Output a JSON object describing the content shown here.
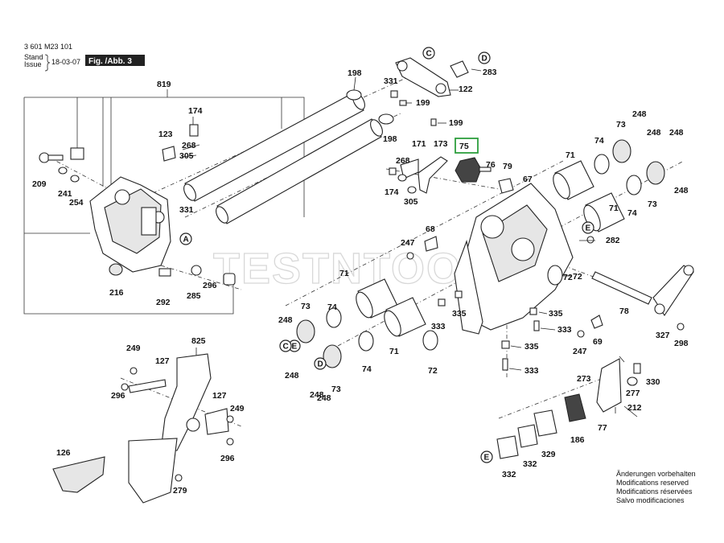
{
  "header": {
    "doc_number": "3 601 M23 101",
    "stand_label": "Stand",
    "issue_label": "Issue",
    "date": "18-03-07",
    "figure_label": "Fig. /Abb. 3"
  },
  "watermark": "TESTNTOOLS",
  "highlight_color": "#2e9e3e",
  "highlighted_part": "75",
  "callout_letters": [
    "C",
    "D",
    "A",
    "E",
    "E",
    "C",
    "D",
    "E"
  ],
  "part_labels": [
    "819",
    "198",
    "331",
    "122",
    "283",
    "199",
    "199",
    "174",
    "268",
    "123",
    "305",
    "198",
    "209",
    "241",
    "254",
    "331",
    "216",
    "292",
    "285",
    "296",
    "171",
    "173",
    "75",
    "76",
    "79",
    "67",
    "268",
    "174",
    "305",
    "71",
    "74",
    "73",
    "248",
    "248",
    "248",
    "248",
    "73",
    "74",
    "71",
    "68",
    "247",
    "282",
    "72",
    "78",
    "327",
    "298",
    "71",
    "73",
    "74",
    "248",
    "248",
    "71",
    "333",
    "335",
    "72",
    "248",
    "74",
    "248",
    "73",
    "72",
    "335",
    "333",
    "335",
    "333",
    "247",
    "69",
    "825",
    "249",
    "127",
    "296",
    "127",
    "249",
    "296",
    "126",
    "279",
    "273",
    "330",
    "277",
    "212",
    "186",
    "77",
    "329",
    "332",
    "332"
  ],
  "notes": [
    "Änderungen vorbehalten",
    "Modifications reserved",
    "Modifications réservées",
    "Salvo modificaciones"
  ]
}
